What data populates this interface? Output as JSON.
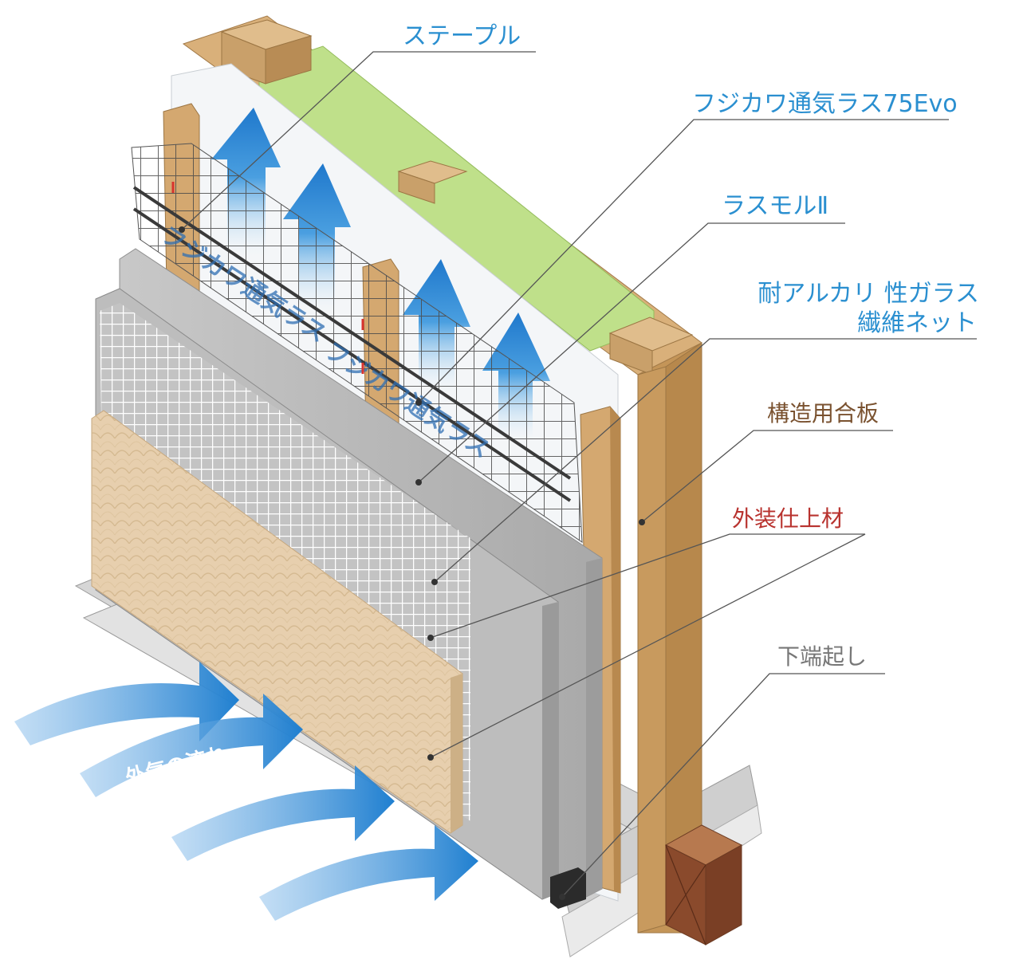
{
  "labels": {
    "staple": "ステープル",
    "vent_lath": "フジカワ通気ラス75Evo",
    "rasmol": "ラスモルⅡ",
    "glass_net_line1": "耐アルカリ 性ガラス",
    "glass_net_line2": "繊維ネット",
    "plywood": "構造用合板",
    "finish": "外装仕上材",
    "bottom_flashing": "下端起し",
    "airflow": "外気の流れ",
    "sheet_print": "フジカワ通気ラス"
  },
  "colors": {
    "label_blue": "#2a8fd0",
    "label_brown": "#7a5230",
    "label_red": "#b8322e",
    "label_gray": "#777777",
    "leader": "#555555",
    "arrow_blue": "#1f7fd0",
    "wood": "#d6ad78",
    "wood_dark": "#b98c55",
    "insulation": "#bfe08a",
    "cement_board": "#b9b9b9",
    "finish_beige": "#e7cfae",
    "base_block": "#8a4a2c"
  }
}
